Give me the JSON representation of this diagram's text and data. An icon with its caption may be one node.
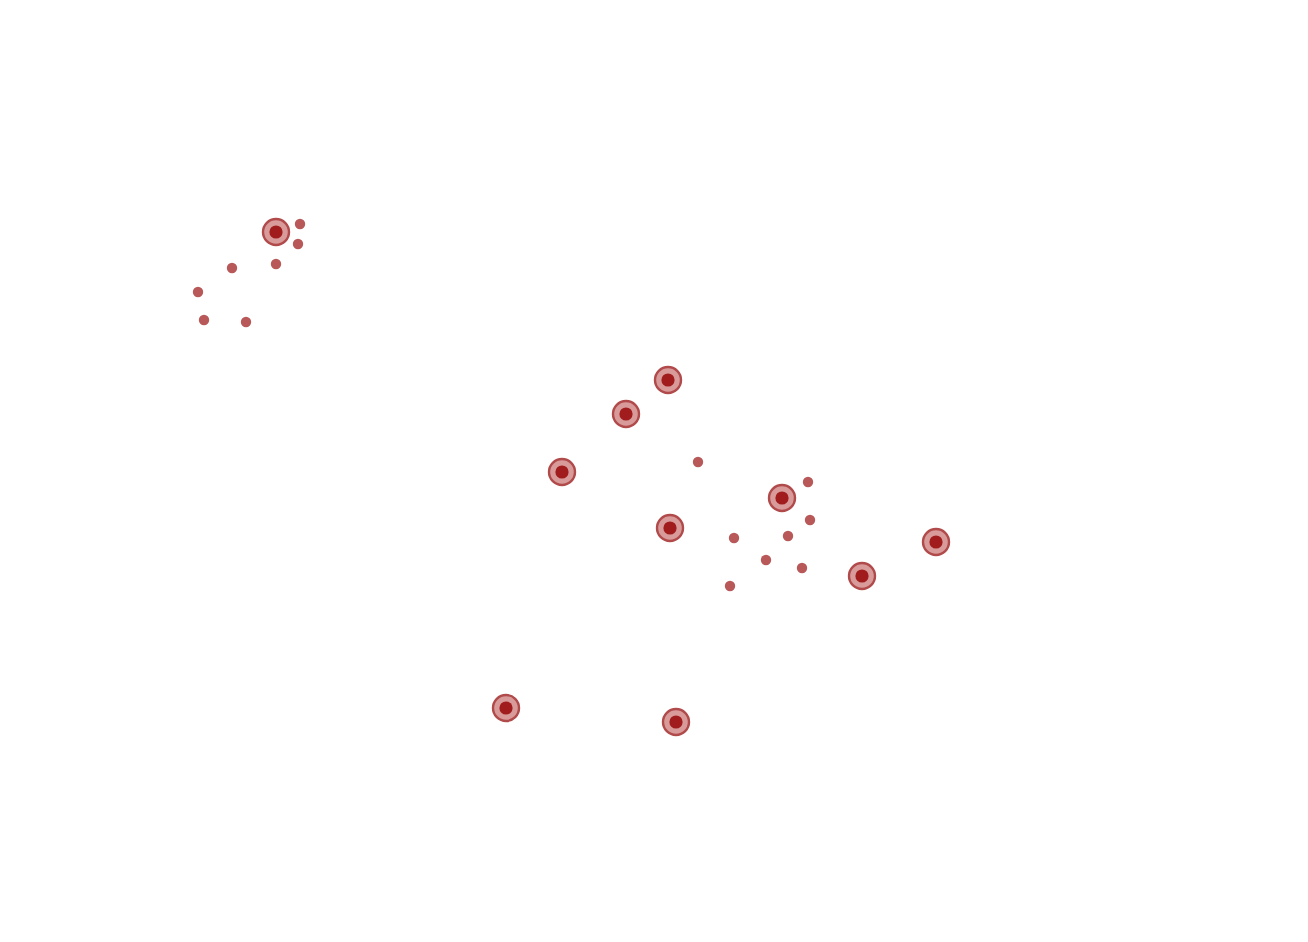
{
  "diagram": {
    "nodes": [
      {
        "text": [],
        "shape": "dot"
      },
      {
        "text": [],
        "shape": "dot"
      },
      {
        "text": [],
        "shape": "dot"
      },
      {
        "text": [],
        "shape": "dot"
      },
      {
        "text": [],
        "shape": "circle"
      },
      {
        "text": [],
        "shape": "dot"
      },
      {
        "text": [],
        "shape": "dot"
      },
      {
        "text": [],
        "shape": "dot"
      },
      {
        "text": [],
        "shape": "circle"
      },
      {
        "text": [],
        "shape": "circle"
      },
      {
        "text": [],
        "shape": "circle"
      },
      {
        "text": [],
        "shape": "circle"
      },
      {
        "text": [],
        "shape": "circle"
      },
      {
        "text": [],
        "shape": "circle"
      },
      {
        "text": [],
        "shape": "dot"
      },
      {
        "text": [],
        "shape": "dot"
      },
      {
        "text": [],
        "shape": "dot"
      },
      {
        "text": [],
        "shape": "dot"
      },
      {
        "text": [],
        "shape": "circle"
      },
      {
        "text": [],
        "shape": "dot"
      },
      {
        "text": [],
        "shape": "dot"
      },
      {
        "text": [],
        "shape": "dot"
      },
      {
        "text": [],
        "shape": "dot"
      },
      {
        "text": [],
        "shape": "circle"
      },
      {
        "text": [],
        "shape": "circle"
      }
    ]
  }
}
